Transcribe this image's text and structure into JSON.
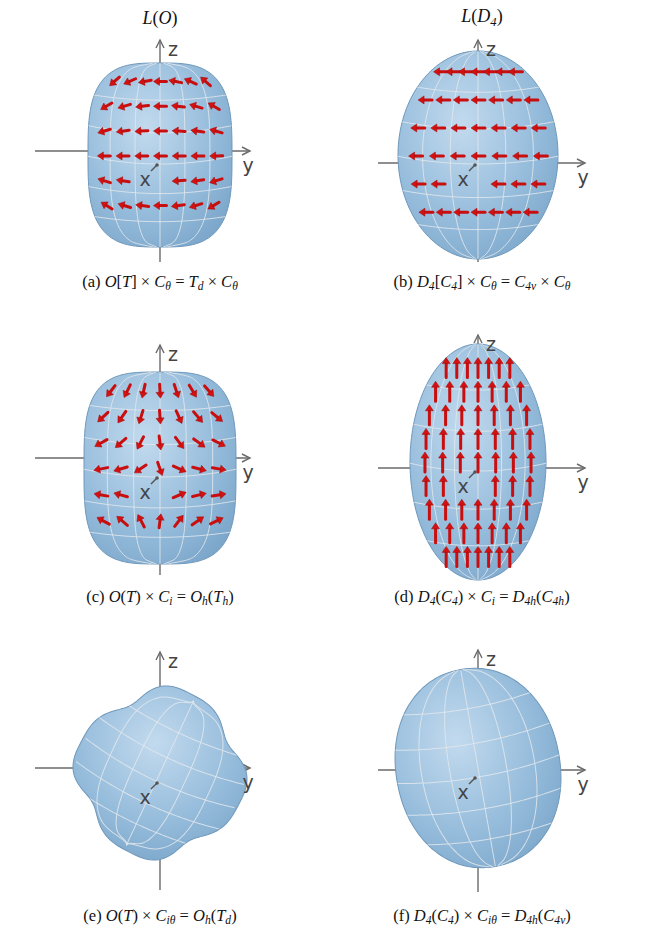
{
  "diagram": {
    "labels": [
      "L(O)",
      "L(D4)",
      "z",
      "y",
      "x",
      "z",
      "y",
      "x",
      "(a) O[T] × Cθ = Td × Cθ",
      "(b) D4[C4] × Cθ = C4v × Cθ",
      "z",
      "y",
      "x",
      "z",
      "y",
      "x",
      "(c) O(T) × Ci = Oh(Th)",
      "(d) D4(C4) × Ci = D4h(C4h)",
      "z",
      "y",
      "x",
      "z",
      "y",
      "x",
      "(e) O(T) × Ciθ = Oh(Td)",
      "(f) D4(C4) × Ciθ = D4h(C4v)"
    ]
  }
}
